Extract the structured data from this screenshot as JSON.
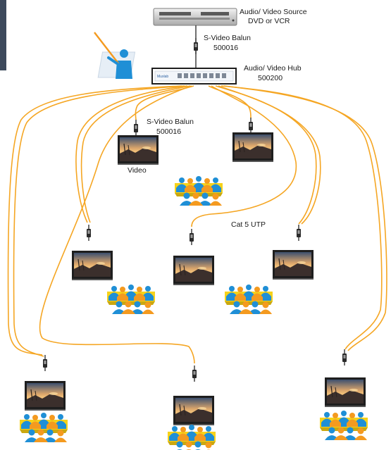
{
  "labels": {
    "source_line1": "Audio/ Video Source",
    "source_line2": "DVD or VCR",
    "balun_top_line1": "S-Video Balun",
    "balun_top_line2": "500016",
    "hub_line1": "Audio/ Video Hub",
    "hub_line2": "500200",
    "balun_mid_line1": "S-Video Balun",
    "balun_mid_line2": "500016",
    "video": "Video",
    "cable": "Cat 5 UTP"
  },
  "colors": {
    "cable": "#f5a623",
    "cable_dark": "#e8901a",
    "person_blue": "#1f8fd6",
    "person_orange": "#f49a1f",
    "table_yellow": "#f6d21a",
    "table_shadow": "#caa80f",
    "screen_frame": "#222222",
    "sidebar_bar": "#3d4a5c"
  },
  "icons": [
    "dvd-player-icon",
    "presenter-icon",
    "av-hub-icon",
    "balun-icon",
    "monitor-icon",
    "audience-group-icon"
  ]
}
